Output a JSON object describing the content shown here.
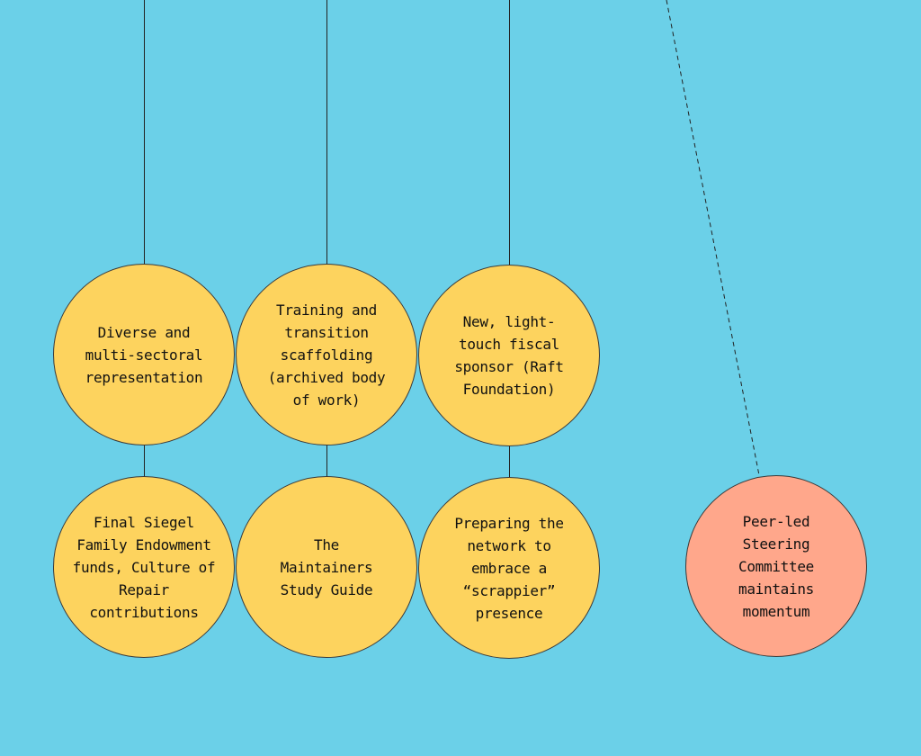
{
  "colors": {
    "background": "#6BD0E8",
    "node": "#FDD35E",
    "highlight": "#FFA78B"
  },
  "nodes": [
    {
      "label": "Diverse and\nmulti-sectoral\nrepresentation"
    },
    {
      "label": "Training and\ntransition\nscaffolding\n(archived body\nof work)"
    },
    {
      "label": "New, light-\ntouch fiscal\nsponsor (Raft\nFoundation)"
    },
    {
      "label": "Final Siegel\nFamily Endowment\nfunds, Culture of\nRepair\ncontributions"
    },
    {
      "label": "The\nMaintainers\nStudy Guide"
    },
    {
      "label": "Preparing the\nnetwork to\nembrace a\n“scrappier”\npresence"
    },
    {
      "label": "Peer-led\nSteering\nCommittee\nmaintains\nmomentum"
    }
  ]
}
